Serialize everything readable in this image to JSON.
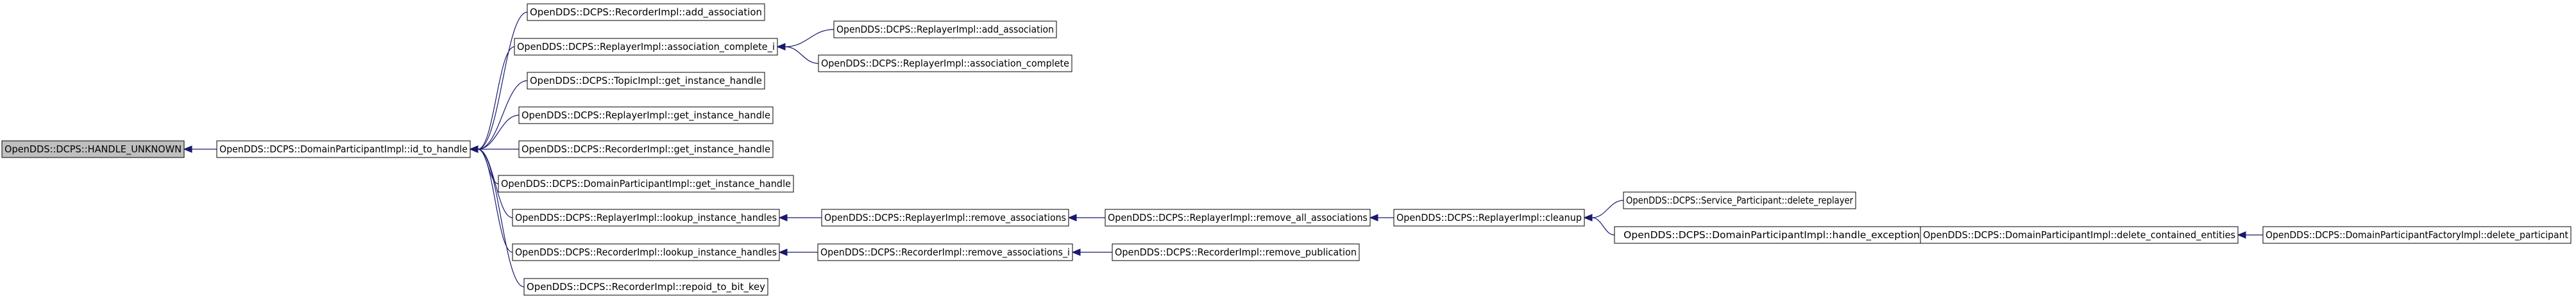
{
  "colors": {
    "edge": "#191970",
    "root_fill": "#bfbfbf",
    "node_fill": "#ffffff",
    "node_border": "#000000"
  },
  "nodes": [
    {
      "id": "root",
      "label": "OpenDDS::DCPS::HANDLE_UNKNOWN",
      "root": true
    },
    {
      "id": "dpi_ith",
      "label": "OpenDDS::DCPS::DomainParticipantImpl::id_to_handle"
    },
    {
      "id": "rec_add",
      "label": "OpenDDS::DCPS::RecorderImpl::add_association"
    },
    {
      "id": "rep_acc",
      "label": "OpenDDS::DCPS::ReplayerImpl::association_complete_i"
    },
    {
      "id": "top_gih",
      "label": "OpenDDS::DCPS::TopicImpl::get_instance_handle"
    },
    {
      "id": "rep_gih",
      "label": "OpenDDS::DCPS::ReplayerImpl::get_instance_handle"
    },
    {
      "id": "rec_gih",
      "label": "OpenDDS::DCPS::RecorderImpl::get_instance_handle"
    },
    {
      "id": "dpi_gih",
      "label": "OpenDDS::DCPS::DomainParticipantImpl::get_instance_handle"
    },
    {
      "id": "rep_lih",
      "label": "OpenDDS::DCPS::ReplayerImpl::lookup_instance_handles"
    },
    {
      "id": "rec_lih",
      "label": "OpenDDS::DCPS::RecorderImpl::lookup_instance_handles"
    },
    {
      "id": "rec_rtb",
      "label": "OpenDDS::DCPS::RecorderImpl::repoid_to_bit_key"
    },
    {
      "id": "rep_add",
      "label": "OpenDDS::DCPS::ReplayerImpl::add_association"
    },
    {
      "id": "rep_ac",
      "label": "OpenDDS::DCPS::ReplayerImpl::association_complete"
    },
    {
      "id": "rep_ra",
      "label": "OpenDDS::DCPS::ReplayerImpl::remove_associations"
    },
    {
      "id": "rep_raa",
      "label": "OpenDDS::DCPS::ReplayerImpl::remove_all_associations"
    },
    {
      "id": "rep_cln",
      "label": "OpenDDS::DCPS::ReplayerImpl::cleanup"
    },
    {
      "id": "sp_dr",
      "label": "OpenDDS::DCPS::Service_Participant::delete_replayer"
    },
    {
      "id": "dpi_he",
      "label": "OpenDDS::DCPS::DomainParticipantImpl::handle_exception"
    },
    {
      "id": "dpi_dce",
      "label": "OpenDDS::DCPS::DomainParticipantImpl::delete_contained_entities"
    },
    {
      "id": "dpfi_dp",
      "label": "OpenDDS::DCPS::DomainParticipantFactoryImpl::delete_participant"
    },
    {
      "id": "rec_rai",
      "label": "OpenDDS::DCPS::RecorderImpl::remove_associations_i"
    },
    {
      "id": "rec_rp",
      "label": "OpenDDS::DCPS::RecorderImpl::remove_publication"
    }
  ],
  "edges": [
    {
      "from": "dpi_ith",
      "to": "root"
    },
    {
      "from": "rec_add",
      "to": "dpi_ith"
    },
    {
      "from": "rep_acc",
      "to": "dpi_ith"
    },
    {
      "from": "top_gih",
      "to": "dpi_ith"
    },
    {
      "from": "rep_gih",
      "to": "dpi_ith"
    },
    {
      "from": "rec_gih",
      "to": "dpi_ith"
    },
    {
      "from": "dpi_gih",
      "to": "dpi_ith"
    },
    {
      "from": "rep_lih",
      "to": "dpi_ith"
    },
    {
      "from": "rec_lih",
      "to": "dpi_ith"
    },
    {
      "from": "rec_rtb",
      "to": "dpi_ith"
    },
    {
      "from": "rep_add",
      "to": "rep_acc"
    },
    {
      "from": "rep_ac",
      "to": "rep_acc"
    },
    {
      "from": "rep_ra",
      "to": "rep_lih"
    },
    {
      "from": "rep_raa",
      "to": "rep_ra"
    },
    {
      "from": "rep_cln",
      "to": "rep_raa"
    },
    {
      "from": "sp_dr",
      "to": "rep_cln"
    },
    {
      "from": "dpi_he",
      "to": "rep_cln"
    },
    {
      "from": "dpi_dce",
      "to": "dpi_he"
    },
    {
      "from": "dpfi_dp",
      "to": "dpi_dce"
    },
    {
      "from": "rec_rai",
      "to": "rec_lih"
    },
    {
      "from": "rec_rp",
      "to": "rec_rai"
    }
  ]
}
